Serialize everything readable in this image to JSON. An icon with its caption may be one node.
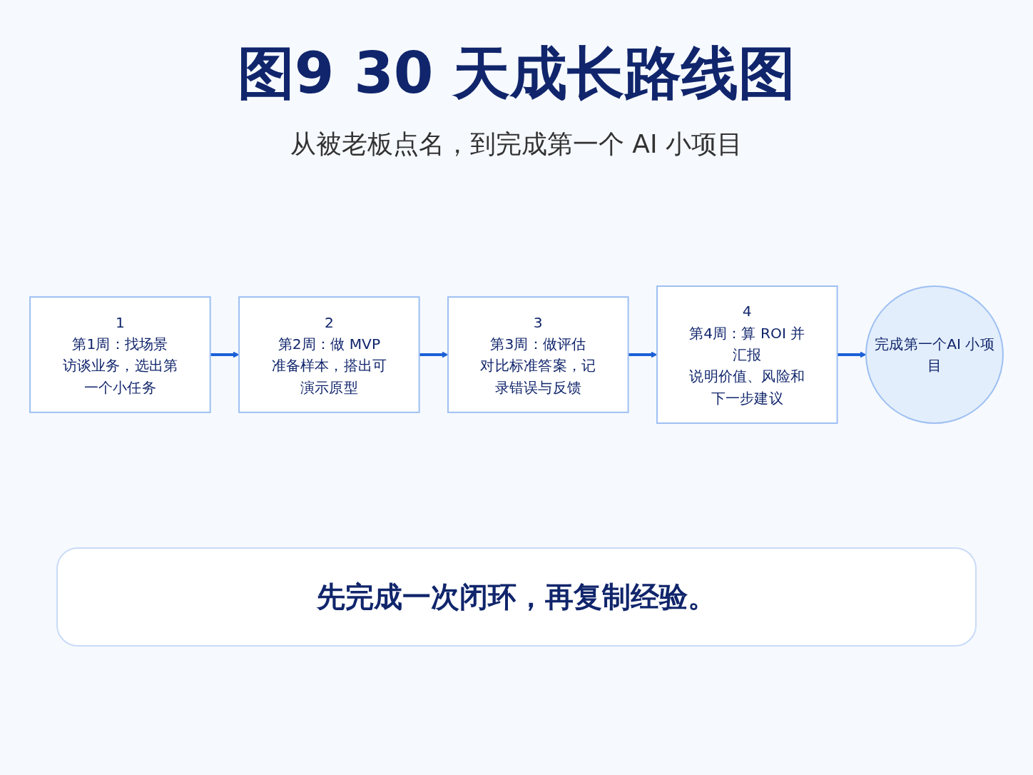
{
  "diagram": {
    "title": "图9 30 天成长路线图",
    "nodes": [
      {
        "text": [
          "1",
          "第1周：找场景",
          "访谈业务，选出第一个小任务"
        ]
      },
      {
        "text": [
          "2",
          "第2周：做 MVP",
          "准备样本，搭出可演示原型"
        ]
      },
      {
        "text": [
          "3",
          "第3周：做评估",
          "对比标准答案，记录错误与反馈"
        ]
      },
      {
        "text": [
          "4",
          "第4周：算 ROI 并汇报",
          "说明价值、风险和下一步建议"
        ]
      },
      {
        "text": [
          "完成第一个AI 小项目"
        ]
      }
    ],
    "edges": [
      {
        "from": 0,
        "to": 1,
        "arrow": "to"
      },
      {
        "from": 1,
        "to": 2,
        "arrow": "to"
      },
      {
        "from": 2,
        "to": 3,
        "arrow": "to"
      },
      {
        "from": 3,
        "to": 4,
        "arrow": "to"
      }
    ],
    "labels": [
      "从被老板点名，到完成第一个 AI 小项目",
      "先完成一次闭环，再复制经验。"
    ]
  }
}
